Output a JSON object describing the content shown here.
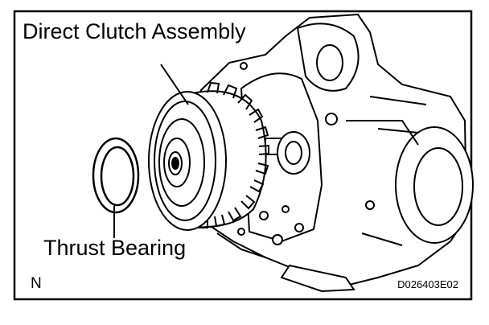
{
  "labels": {
    "direct_clutch": "Direct Clutch Assembly",
    "thrust_bearing": "Thrust Bearing",
    "view_mark": "N",
    "figure_code": "D026403E02"
  },
  "colors": {
    "ink": "#000000",
    "paper": "#ffffff"
  }
}
